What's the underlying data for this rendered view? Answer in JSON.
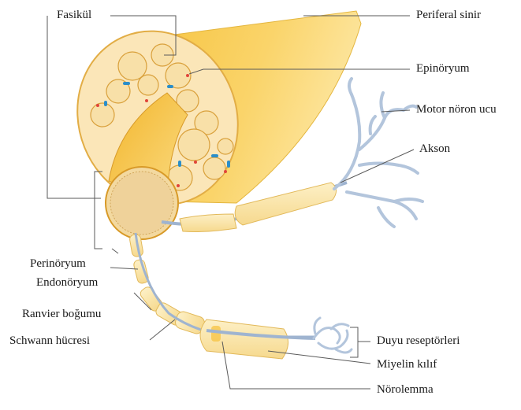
{
  "labels": {
    "fasikul": "Fasikül",
    "periferal_sinir": "Periferal sinir",
    "epinoryum": "Epinöryum",
    "motor_noron_ucu": "Motor nöron ucu",
    "akson": "Akson",
    "perinoryum": "Perinöryum",
    "endonoryum": "Endonöryum",
    "ranvier_bogumu": "Ranvier boğumu",
    "schwann_hucresi": "Schwann hücresi",
    "duyu_reseptorleri": "Duyu reseptörleri",
    "miyelin_kilif": "Miyelin kılıf",
    "norolemma": "Nörolemma"
  },
  "colors": {
    "nerve_yellow": "#f7c948",
    "nerve_light": "#fde9a8",
    "fascicle_fill": "#f8e3b4",
    "axon_blue": "#9fb4d0",
    "vessel_blue": "#2b8ec9",
    "vessel_red": "#e0453a",
    "leader": "#5a5a5a"
  }
}
